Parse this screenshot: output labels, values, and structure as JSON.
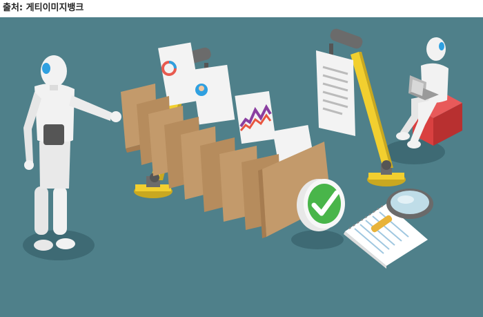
{
  "caption": {
    "text": "출처: 게티이미지뱅크"
  },
  "illustration": {
    "colors": {
      "background": "#4f808a",
      "shadow": "#3e6a74",
      "folder": "#c39a6b",
      "folder_dark": "#a67c50",
      "paper": "#f3f3f3",
      "arm_yellow": "#f2cf2f",
      "arm_gray": "#6b6b6b",
      "robot_white": "#f2f2f2",
      "robot_visor": "#2fa0e0",
      "cube_red": "#d94040",
      "check_green": "#49b54a"
    },
    "icons": [
      "robot-left",
      "robot-arm",
      "folder",
      "document",
      "robot-sitting",
      "laptop",
      "check-icon",
      "magnifier-icon",
      "notepad"
    ]
  }
}
